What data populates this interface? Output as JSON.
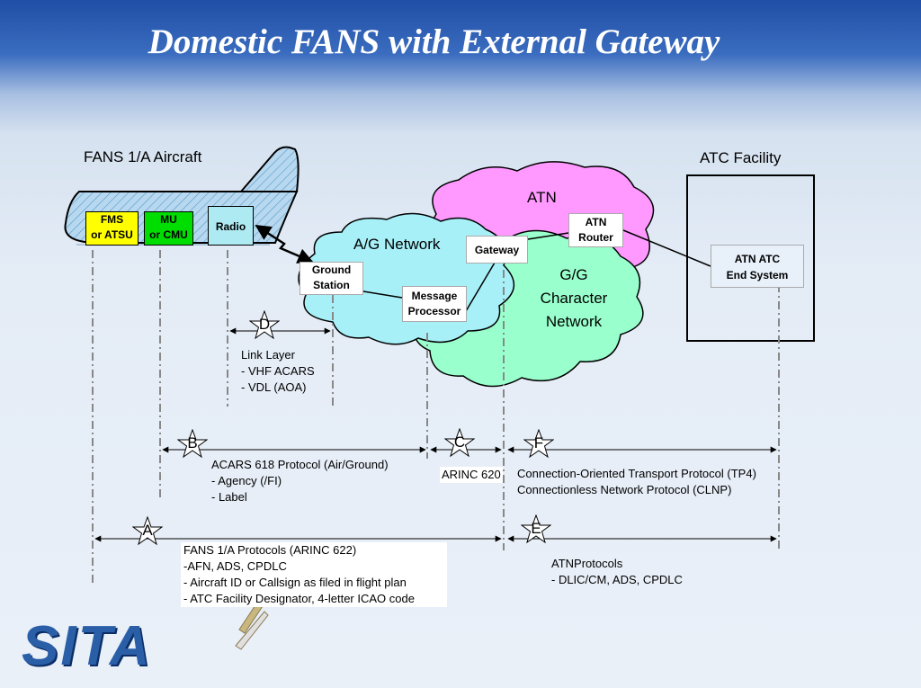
{
  "title": "Domestic FANS with External Gateway",
  "aircraft": {
    "label": "FANS 1/A Aircraft",
    "fms_line1": "FMS",
    "fms_line2": "or ATSU",
    "mu_line1": "MU",
    "mu_line2": "or CMU",
    "radio": "Radio"
  },
  "atc_facility": {
    "label": "ATC Facility",
    "end_system_line1": "ATN ATC",
    "end_system_line2": "End System"
  },
  "networks": {
    "ag": "A/G Network",
    "atn": "ATN",
    "gg_line1": "G/G",
    "gg_line2": "Character",
    "gg_line3": "Network"
  },
  "boxes": {
    "ground_station_line1": "Ground",
    "ground_station_line2": "Station",
    "message_processor_line1": "Message",
    "message_processor_line2": "Processor",
    "gateway": "Gateway",
    "atn_router_line1": "ATN",
    "atn_router_line2": "Router"
  },
  "segments": {
    "A": "A",
    "B": "B",
    "C": "C",
    "D": "D",
    "E": "E",
    "F": "F"
  },
  "descriptions": {
    "D": [
      "Link Layer",
      "- VHF ACARS",
      "- VDL (AOA)"
    ],
    "B": [
      "ACARS 618 Protocol (Air/Ground)",
      "- Agency (/FI)",
      "- Label"
    ],
    "C": [
      "ARINC 620"
    ],
    "F": [
      "Connection-Oriented Transport Protocol (TP4)",
      "Connectionless Network Protocol (CLNP)"
    ],
    "A": [
      "FANS 1/A Protocols (ARINC 622)",
      "-AFN, ADS, CPDLC",
      "- Aircraft ID or Callsign as filed in flight plan",
      "- ATC Facility Designator, 4-letter ICAO code"
    ],
    "E": [
      "ATNProtocols",
      "- DLIC/CM, ADS, CPDLC"
    ]
  },
  "logo": "SITA",
  "colors": {
    "fms": "#ffff00",
    "mu": "#00dd00",
    "radio": "#aeeaf2",
    "ag_cloud": "#a8f0f8",
    "atn_cloud": "#ff99ff",
    "gg_cloud": "#99ffcc",
    "title": "#ffffff"
  }
}
